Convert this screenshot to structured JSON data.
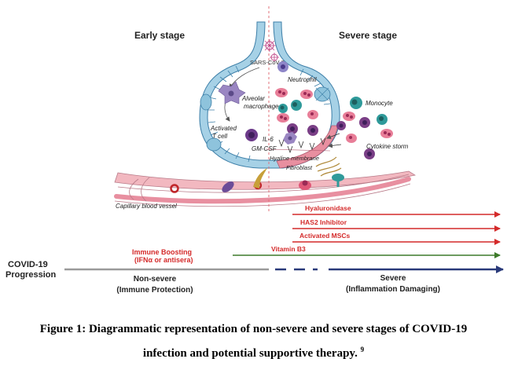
{
  "stages": {
    "early": "Early stage",
    "severe": "Severe stage"
  },
  "labels": {
    "virus": "SARS-CoV-2",
    "neutrophil": "Neutrophil",
    "macrophage_1": "Alveolar",
    "macrophage_2": "macrophage",
    "monocyte": "Monocyte",
    "tcell_1": "Activated",
    "tcell_2": "T cell",
    "il6": "IL-6",
    "gmcsf": "GM-CSF",
    "storm": "Cytokine storm",
    "hyaline": "Hyaline membrane",
    "fibroblast": "Fibroblast",
    "capillary": "Capillary blood vessel"
  },
  "therapies": {
    "hyaluronidase": "Hyaluronidase",
    "has2": "HAS2 Inhibitor",
    "mscs": "Activated MSCs",
    "vitamin_b3": "Vitamin B3",
    "immune_1": "Immune Boosting",
    "immune_2": "(IFNα or antisera)"
  },
  "progression": {
    "title_1": "COVID-19",
    "title_2": "Progression",
    "nonsevere_1": "Non-severe",
    "nonsevere_2": "(Immune Protection)",
    "severe_1": "Severe",
    "severe_2": "(Inflammation Damaging)"
  },
  "caption": {
    "line1": "Figure 1: Diagrammatic representation of non-severe and severe stages of COVID-19",
    "line2": "infection and potential supportive therapy.",
    "ref": "9"
  },
  "colors": {
    "red": "#d42a2a",
    "green": "#3d7a2a",
    "navy": "#2a3a7a",
    "gray": "#9a9a9a",
    "airway": "#a6d1e6",
    "membrane": "#e88fa0",
    "purple": "#7a3f86",
    "teal": "#2f9a9a"
  }
}
